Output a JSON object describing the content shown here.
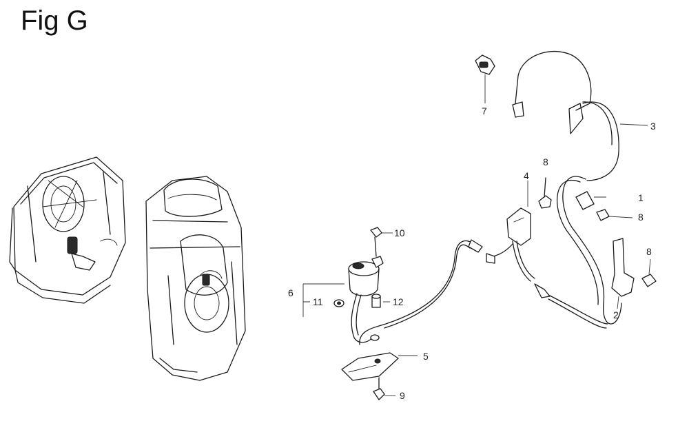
{
  "figure": {
    "title": "Fig G"
  },
  "callouts": [
    {
      "id": "c1",
      "label": "1"
    },
    {
      "id": "c2",
      "label": "2"
    },
    {
      "id": "c3",
      "label": "3"
    },
    {
      "id": "c4",
      "label": "4"
    },
    {
      "id": "c5",
      "label": "5"
    },
    {
      "id": "c6",
      "label": "6"
    },
    {
      "id": "c7",
      "label": "7"
    },
    {
      "id": "c8a",
      "label": "8"
    },
    {
      "id": "c8b",
      "label": "8"
    },
    {
      "id": "c8c",
      "label": "8"
    },
    {
      "id": "c9",
      "label": "9"
    },
    {
      "id": "c10",
      "label": "10"
    },
    {
      "id": "c11",
      "label": "11"
    },
    {
      "id": "c12",
      "label": "12"
    }
  ]
}
